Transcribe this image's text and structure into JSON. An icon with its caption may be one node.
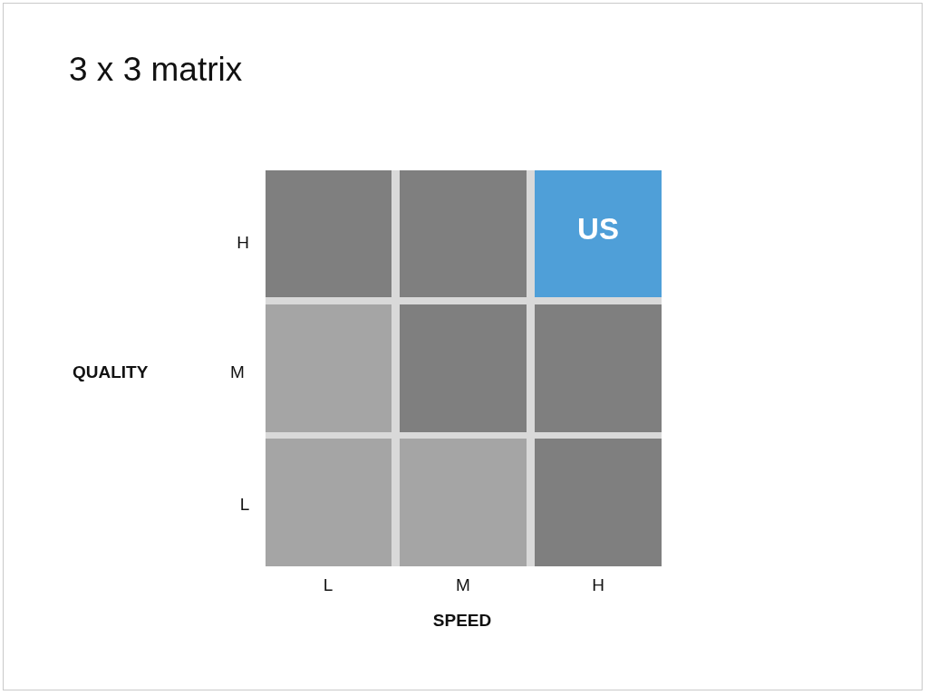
{
  "diagram": {
    "title": "3 x 3 matrix",
    "nodes": [
      {
        "text": [],
        "shape": "box"
      },
      {
        "text": [],
        "shape": "box"
      },
      {
        "text": [
          "US"
        ]
      },
      {
        "text": [],
        "shape": "box"
      },
      {
        "text": [],
        "shape": "box"
      },
      {
        "text": [],
        "shape": "box"
      },
      {
        "text": [],
        "shape": "box"
      },
      {
        "text": [],
        "shape": "box"
      },
      {
        "text": [],
        "shape": "box"
      }
    ],
    "labels": [
      "H",
      "QUALITY",
      "M",
      "L",
      "L",
      "M",
      "H",
      "SPEED"
    ]
  }
}
